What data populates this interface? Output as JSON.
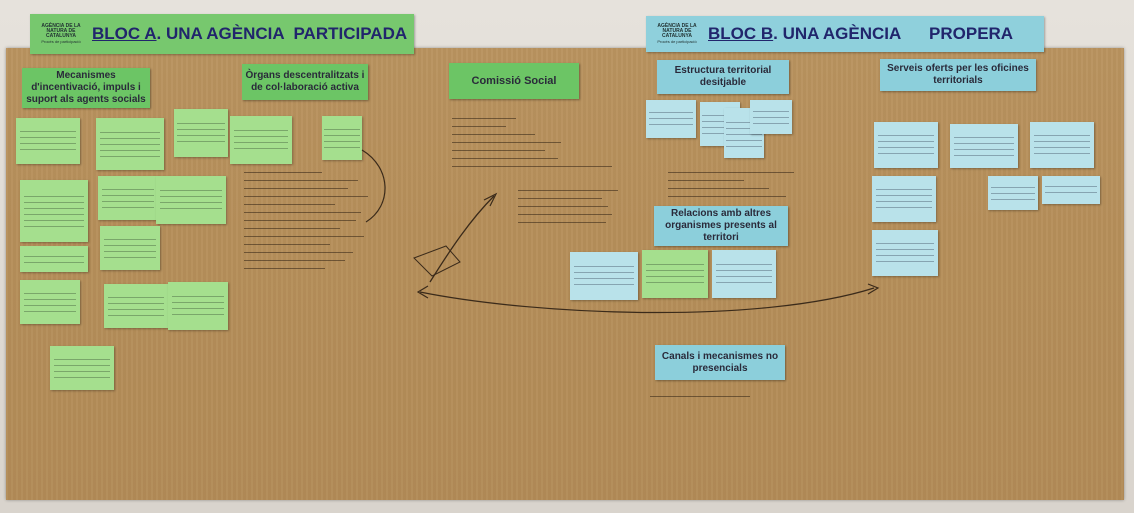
{
  "bloc_a": {
    "logo_title": "AGÈNCIA DE LA NATURA DE CATALUNYA",
    "logo_sub": "Procés de participació",
    "title_prefix": "BLOC A",
    "title_rest": ". UNA AGÈNCIA  PARTICIPADA"
  },
  "bloc_b": {
    "logo_title": "AGÈNCIA DE LA NATURA DE CATALUNYA",
    "logo_sub": "Procés de participació",
    "title_prefix": "BLOC B",
    "title_rest": ". UNA AGÈNCIA      PROPERA"
  },
  "signs": {
    "mecanismes": "Mecanismes d'incentivació, impuls i suport als agents socials",
    "organs": "Òrgans descentralitzats i de col·laboració activa",
    "comissio": "Comissió Social",
    "estructura": "Estructura territorial desitjable",
    "serveis": "Serveis oferts per les oficines territorials",
    "relacions": "Relacions amb altres organismes presents al territori",
    "canals": "Canals i mecanismes no presencials"
  },
  "colors": {
    "green_sign": "#6cc565",
    "blue_sign": "#8ccfdb",
    "green_note": "#a5df8e",
    "blue_note": "#b9e2ea",
    "kraft_paper": "#b68f5a",
    "title_text": "#21256c"
  }
}
